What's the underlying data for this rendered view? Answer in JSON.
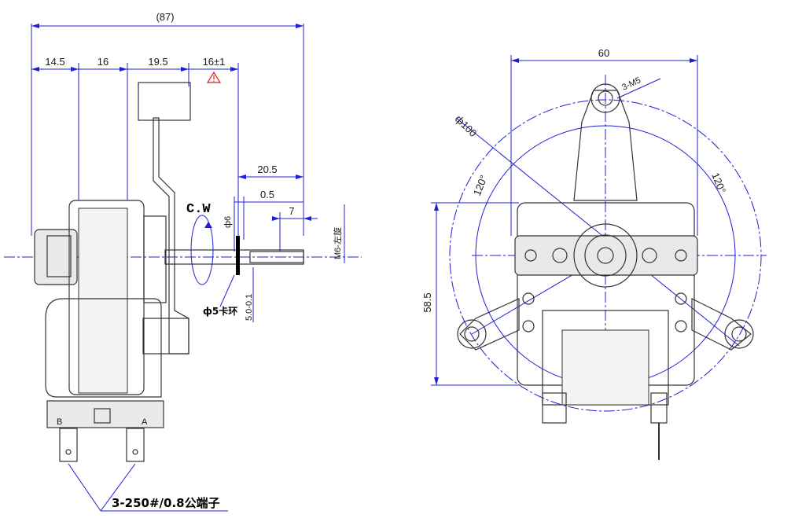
{
  "side_view": {
    "dims": {
      "overall": "(87)",
      "d1": "14.5",
      "d2": "16",
      "d3": "19.5",
      "d4": "16±1",
      "shaft_len": "20.5",
      "gap": "0.5",
      "tip": "7",
      "shaft_dia": "ф6",
      "thread": "M6-左旋",
      "clip_pos": "5.0-0.1"
    },
    "rotation": "C.W",
    "clip_note": "ф5卡环",
    "terminal_note": "3-250#/0.8公端子",
    "term_b": "B",
    "term_a": "A"
  },
  "front_view": {
    "dims": {
      "width": "60",
      "height": "58.5",
      "pcd": "ф100",
      "angle_left": "120°",
      "angle_right": "120°",
      "holes": "3-M5"
    }
  },
  "colors": {
    "dimension": "#1f1fd6",
    "warning": "#d62020"
  },
  "icons": {
    "warning": "warning-triangle-icon"
  }
}
